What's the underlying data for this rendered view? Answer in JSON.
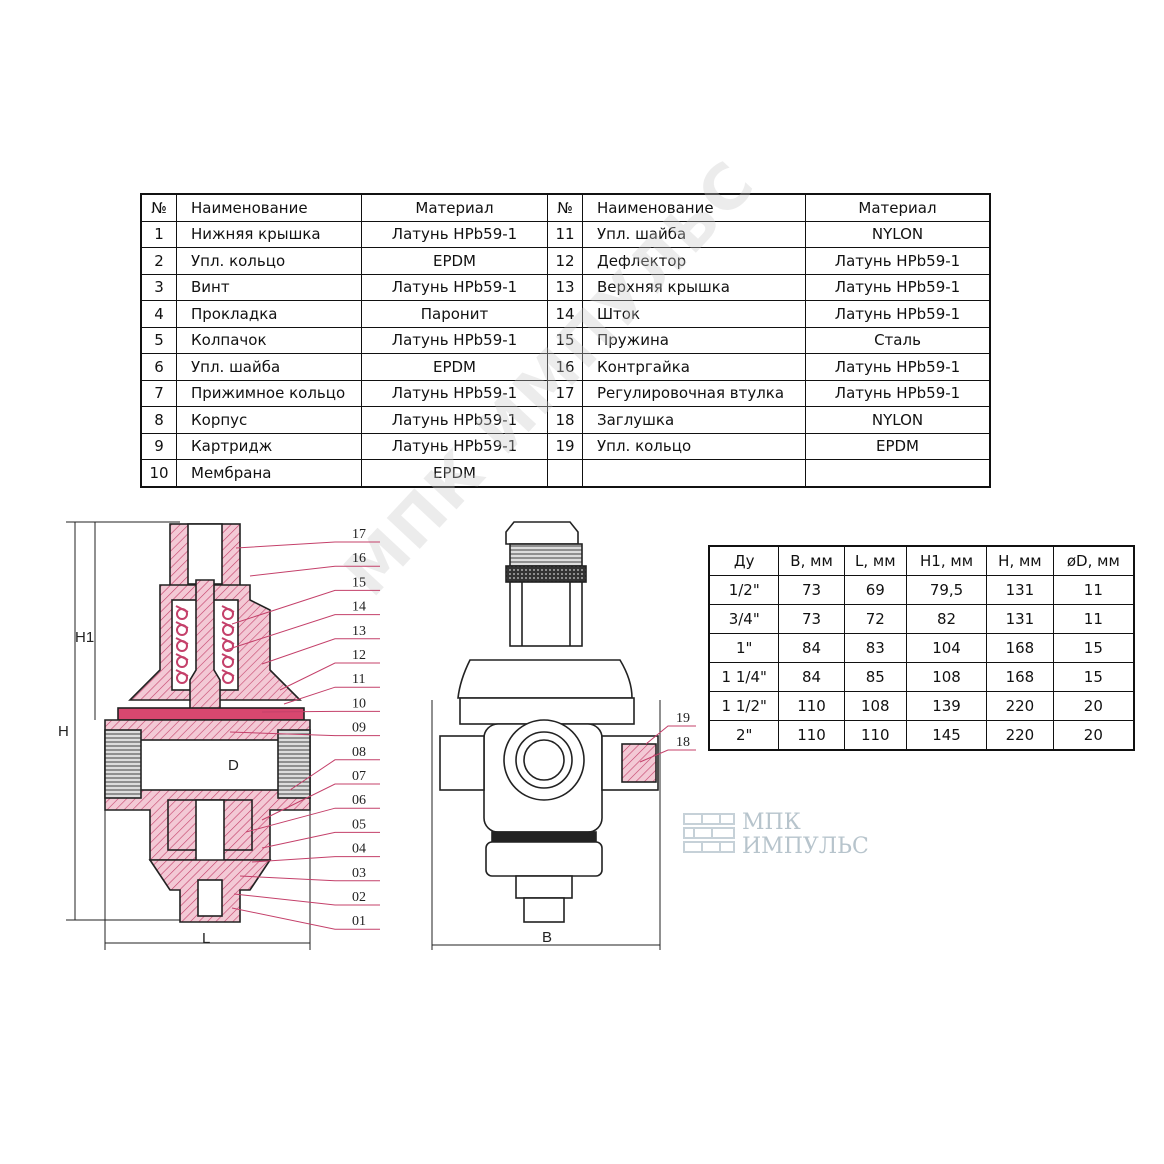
{
  "parts_table": {
    "headers": {
      "no": "№",
      "name": "Наименование",
      "material": "Материал"
    },
    "left": [
      {
        "no": "1",
        "name": "Нижняя крышка",
        "material": "Латунь HPb59-1"
      },
      {
        "no": "2",
        "name": "Упл. кольцо",
        "material": "EPDM"
      },
      {
        "no": "3",
        "name": "Винт",
        "material": "Латунь HPb59-1"
      },
      {
        "no": "4",
        "name": "Прокладка",
        "material": "Паронит"
      },
      {
        "no": "5",
        "name": "Колпачок",
        "material": "Латунь HPb59-1"
      },
      {
        "no": "6",
        "name": "Упл. шайба",
        "material": "EPDM"
      },
      {
        "no": "7",
        "name": "Прижимное кольцо",
        "material": "Латунь HPb59-1"
      },
      {
        "no": "8",
        "name": "Корпус",
        "material": "Латунь HPb59-1"
      },
      {
        "no": "9",
        "name": "Картридж",
        "material": "Латунь HPb59-1"
      },
      {
        "no": "10",
        "name": "Мембрана",
        "material": "EPDM"
      }
    ],
    "right": [
      {
        "no": "11",
        "name": "Упл. шайба",
        "material": "NYLON"
      },
      {
        "no": "12",
        "name": "Дефлектор",
        "material": "Латунь HPb59-1"
      },
      {
        "no": "13",
        "name": "Верхняя крышка",
        "material": "Латунь HPb59-1"
      },
      {
        "no": "14",
        "name": "Шток",
        "material": "Латунь HPb59-1"
      },
      {
        "no": "15",
        "name": "Пружина",
        "material": "Сталь"
      },
      {
        "no": "16",
        "name": "Контргайка",
        "material": "Латунь HPb59-1"
      },
      {
        "no": "17",
        "name": "Регулировочная втулка",
        "material": "Латунь HPb59-1"
      },
      {
        "no": "18",
        "name": "Заглушка",
        "material": "NYLON"
      },
      {
        "no": "19",
        "name": "Упл. кольцо",
        "material": "EPDM"
      },
      {
        "no": "",
        "name": "",
        "material": ""
      }
    ]
  },
  "dims_table": {
    "headers": [
      "Ду",
      "B, мм",
      "L, мм",
      "H1, мм",
      "H, мм",
      "øD, мм"
    ],
    "rows": [
      [
        "1/2\"",
        "73",
        "69",
        "79,5",
        "131",
        "11"
      ],
      [
        "3/4\"",
        "73",
        "72",
        "82",
        "131",
        "11"
      ],
      [
        "1\"",
        "84",
        "83",
        "104",
        "168",
        "15"
      ],
      [
        "1 1/4\"",
        "84",
        "85",
        "108",
        "168",
        "15"
      ],
      [
        "1 1/2\"",
        "110",
        "108",
        "139",
        "220",
        "20"
      ],
      [
        "2\"",
        "110",
        "110",
        "145",
        "220",
        "20"
      ]
    ]
  },
  "section_drawing": {
    "callouts": [
      "17",
      "16",
      "15",
      "14",
      "13",
      "12",
      "11",
      "10",
      "09",
      "08",
      "07",
      "06",
      "05",
      "04",
      "03",
      "02",
      "01"
    ],
    "dims": {
      "h1": "H1",
      "h": "H",
      "l": "L",
      "d": "D"
    }
  },
  "side_drawing": {
    "callouts": [
      "19",
      "18"
    ],
    "dims": {
      "b": "B"
    }
  },
  "watermark": "МПК ИМПУЛЬС",
  "logo": {
    "line1": "МПК",
    "line2": "ИМПУЛЬС"
  },
  "colors": {
    "section_fill": "#f3c9d5",
    "hatch": "#c4406a",
    "gasket": "#d8476f",
    "line": "#222222"
  }
}
